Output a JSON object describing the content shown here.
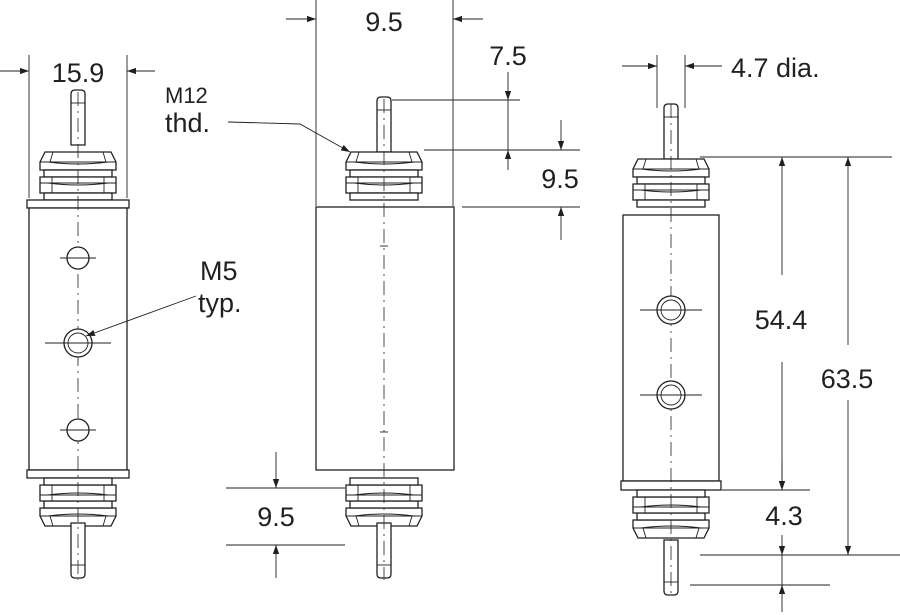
{
  "views": {
    "left": {
      "width_label": "15.9",
      "hole_label_line1": "M5",
      "hole_label_line2": "typ."
    },
    "middle": {
      "top_width_label": "9.5",
      "stud_label": "7.5",
      "nut_height_label": "9.5",
      "bottom_nut_label": "9.5",
      "thread_label_line1": "M12",
      "thread_label_line2": "thd."
    },
    "right": {
      "stud_dia_label": "4.7 dia.",
      "body_length_label": "54.4",
      "overall_length_label": "63.5",
      "flange_label": "4.3"
    }
  }
}
